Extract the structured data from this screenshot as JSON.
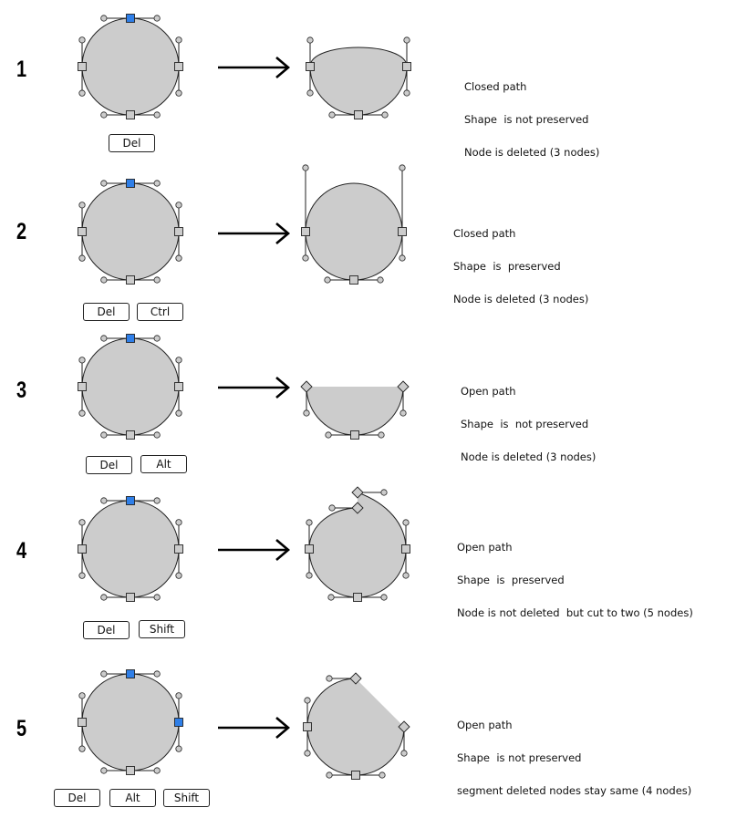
{
  "colors": {
    "fill": "#cccccc",
    "stroke": "#222222",
    "selected_node": "#2f7fe8",
    "handle": "#cccccc"
  },
  "rows": [
    {
      "number": "1",
      "keys": [
        "Del"
      ],
      "description": [
        "Closed path",
        "Shape  is not preserved",
        "Node is deleted (3 nodes)"
      ]
    },
    {
      "number": "2",
      "keys": [
        "Del",
        "Ctrl"
      ],
      "description": [
        "Closed path",
        "Shape  is  preserved",
        "Node is deleted (3 nodes)"
      ]
    },
    {
      "number": "3",
      "keys": [
        "Del",
        "Alt"
      ],
      "description": [
        "Open path",
        "Shape  is  not preserved",
        "Node is deleted (3 nodes)"
      ]
    },
    {
      "number": "4",
      "keys": [
        "Del",
        "Shift"
      ],
      "description": [
        "Open path",
        "Shape  is  preserved",
        "Node is not deleted  but cut to two (5 nodes)"
      ]
    },
    {
      "number": "5",
      "keys": [
        "Del",
        "Alt",
        "Shift"
      ],
      "description": [
        "Open path",
        "Shape  is not preserved",
        "segment deleted nodes stay same (4 nodes)"
      ]
    }
  ]
}
